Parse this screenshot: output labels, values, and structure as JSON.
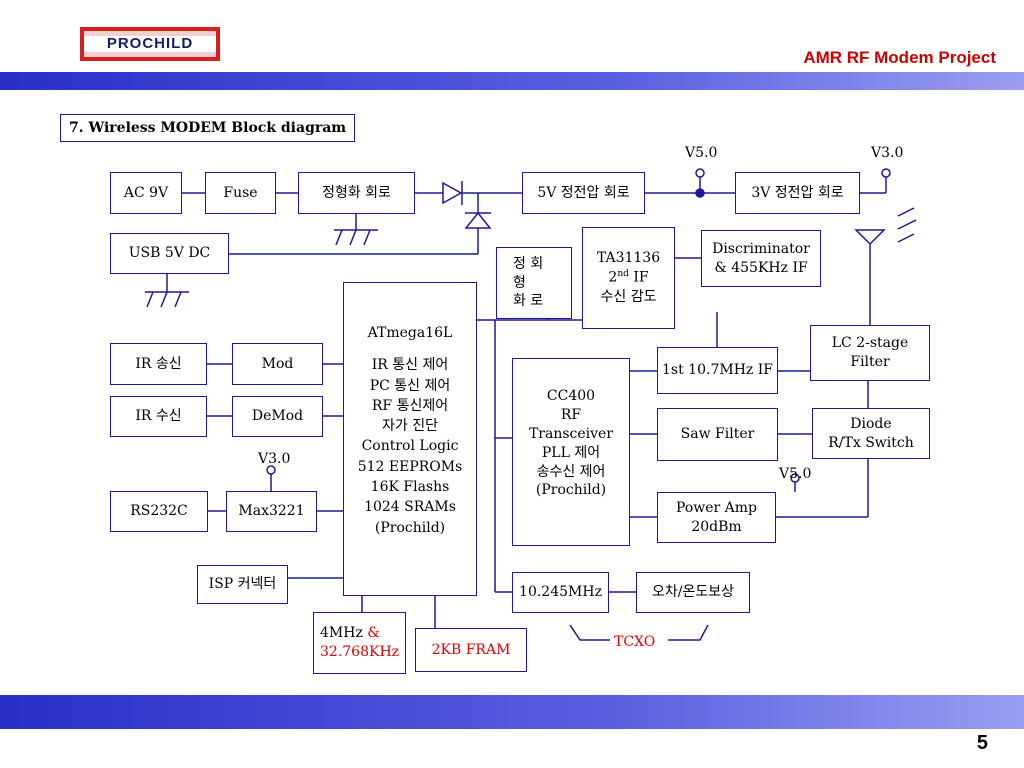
{
  "header": {
    "logo_text": "PROCHILD",
    "title": "AMR RF Modem Project",
    "page_number": "5"
  },
  "section_heading": "7. Wireless MODEM  Block diagram",
  "blocks": {
    "ac9v": "AC 9V",
    "fuse": "Fuse",
    "rectifier": "정형화 회로",
    "reg5v": "5V 정전압 회로",
    "reg3v": "3V 정전압 회로",
    "usb5v": "USB 5V DC",
    "shaping": [
      "정 회",
      "형",
      "화 로"
    ],
    "ta31136": [
      "TA31136",
      "2",
      "nd",
      " IF",
      "수신 감도"
    ],
    "discriminator": [
      "Discriminator",
      "& 455KHz IF"
    ],
    "lc_filter": [
      "LC 2-stage",
      "Filter"
    ],
    "atmega": [
      "ATmega16L",
      "",
      "IR 통신 제어",
      "PC 통신 제어",
      "RF 통신제어",
      "자가 진단",
      "Control Logic",
      "512 EEPROMs",
      "16K Flashs",
      "1024 SRAMs",
      "(Prochild)"
    ],
    "ir_tx": "IR 송신",
    "mod": "Mod",
    "ir_rx": "IR 수신",
    "demod": "DeMod",
    "rs232c": "RS232C",
    "max3221": "Max3221",
    "isp": "ISP 커넥터",
    "cc400": [
      "CC400",
      "RF",
      "Transceiver",
      "PLL 제어",
      "송수신 제어",
      "(Prochild)"
    ],
    "if_1st": "1st 10.7MHz IF",
    "saw": "Saw Filter",
    "diode": [
      "Diode",
      "R/Tx Switch"
    ],
    "power_amp": [
      "Power Amp",
      "20dBm"
    ],
    "xtal10": "10.245MHz",
    "temp_comp": "오차/온도보상",
    "crystal": [
      "4MHz",
      "&",
      "32.768KHz"
    ],
    "fram": "2KB FRAM"
  },
  "labels": {
    "v50_top": "V5.0",
    "v30_top": "V3.0",
    "v30_max": "V3.0",
    "v50_pa": "V5.0",
    "tcxo": "TCXO"
  }
}
